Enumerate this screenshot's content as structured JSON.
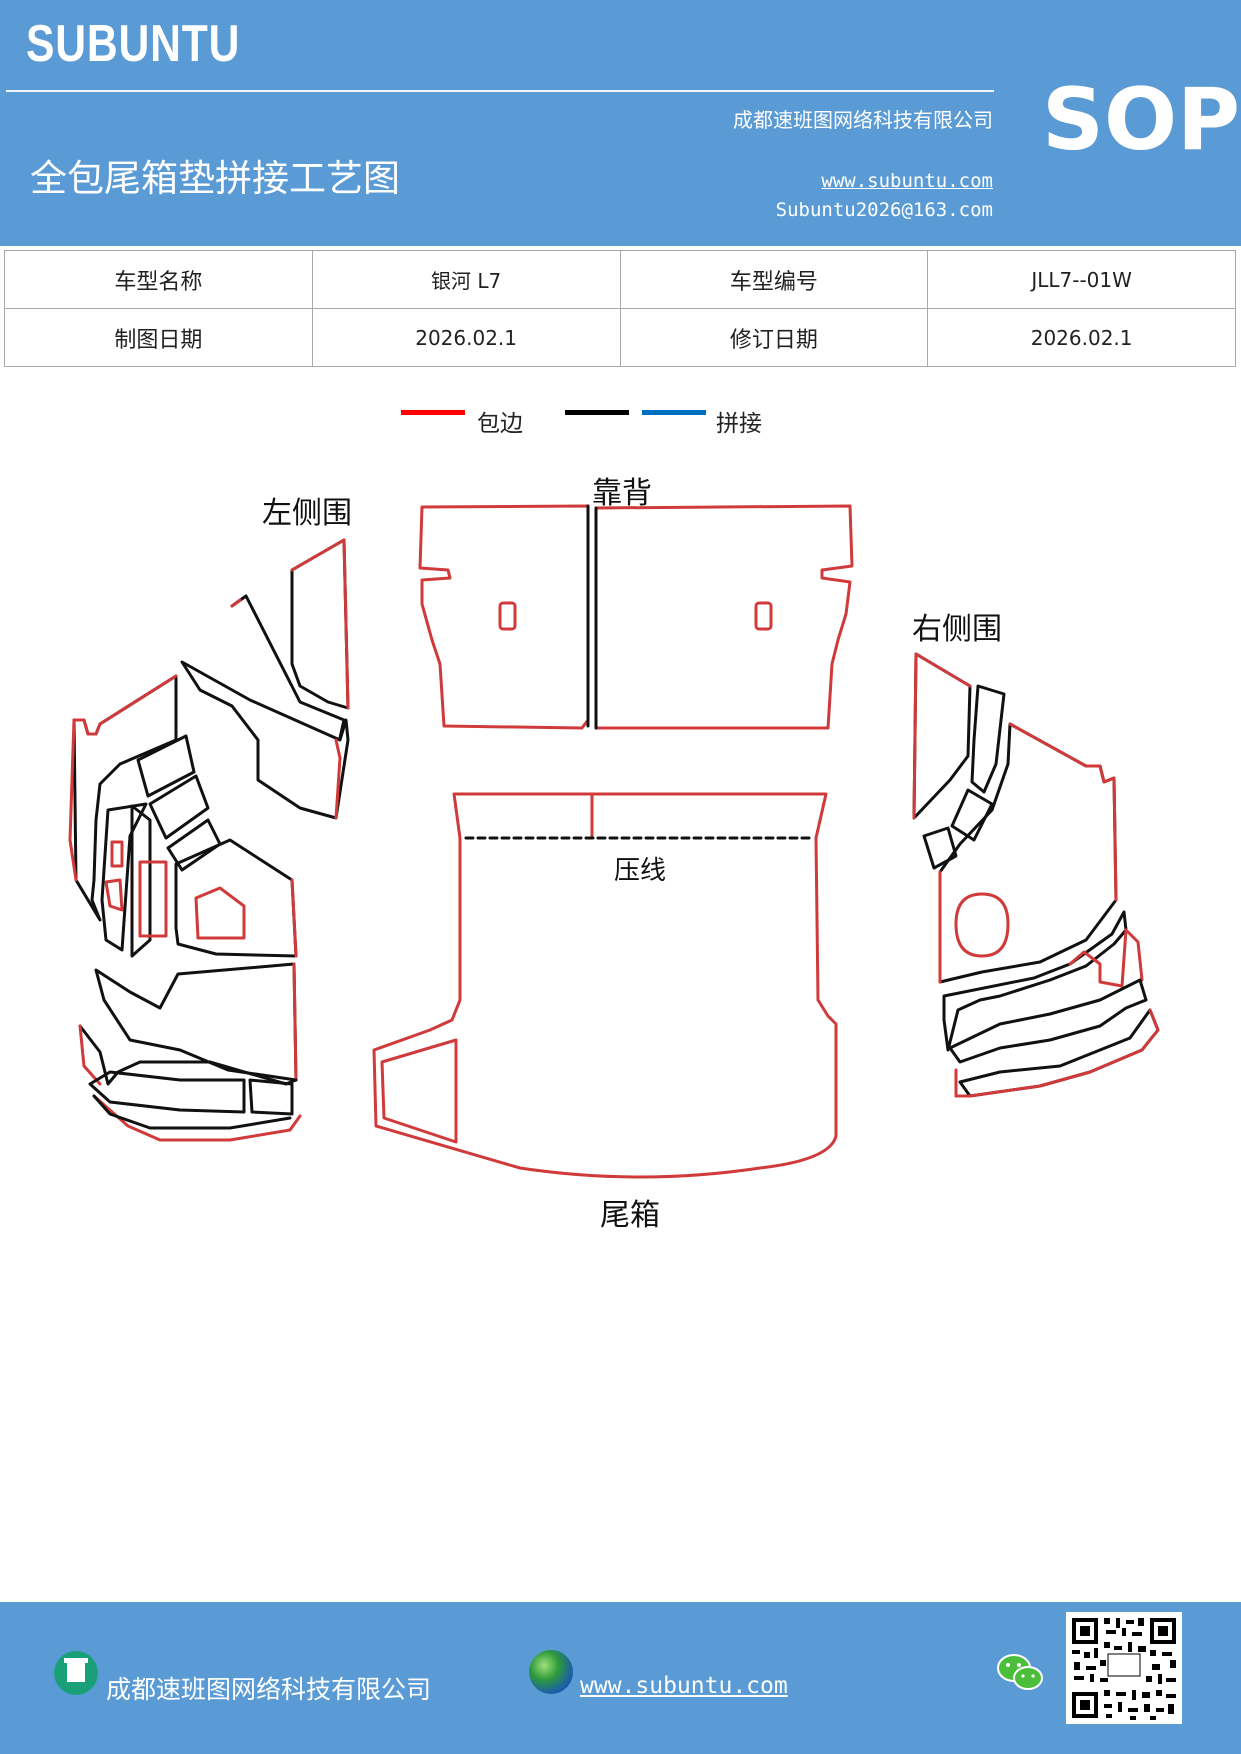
{
  "header": {
    "brand": "SUBUNTU",
    "company": "成都速班图网络科技有限公司",
    "title": "全包尾箱垫拼接工艺图",
    "website": "www.subuntu.com",
    "email": "Subuntu2026@163.com",
    "doc_type": "SOP"
  },
  "info_table": {
    "rows": [
      [
        "车型名称",
        "银河 L7",
        "车型编号",
        "JLL7--01W"
      ],
      [
        "制图日期",
        "2026.02.1",
        "修订日期",
        "2026.02.1"
      ]
    ]
  },
  "legend": {
    "items": [
      {
        "label": "包边",
        "color": "#ff0000"
      },
      {
        "label": "",
        "color": "#000000"
      },
      {
        "label": "拼接",
        "color": "#0070c0"
      }
    ]
  },
  "diagram": {
    "labels": {
      "left_side": "左侧围",
      "backrest": "靠背",
      "right_side": "右侧围",
      "crease": "压线",
      "trunk": "尾箱"
    },
    "colors": {
      "edge": "#d03a3a",
      "seam": "#111111"
    }
  },
  "footer": {
    "company": "成都速班图网络科技有限公司",
    "website": "www.subuntu.com",
    "icons": [
      "building-icon",
      "globe-icon",
      "wechat-icon",
      "qr-code"
    ]
  }
}
